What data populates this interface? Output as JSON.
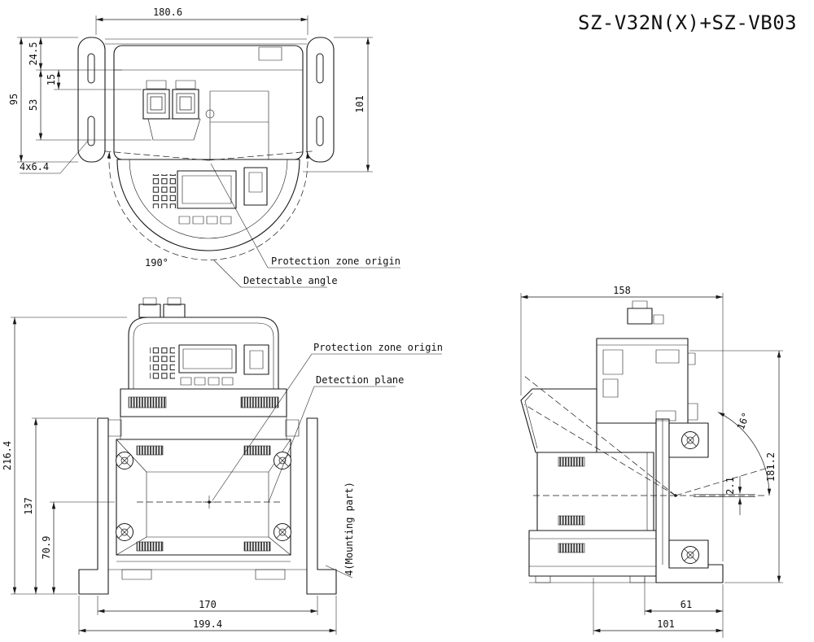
{
  "title": "SZ-V32N(X)+SZ-VB03",
  "colors": {
    "line": "#1a1a1a",
    "background": "#ffffff"
  },
  "top_view": {
    "dims": {
      "w180_6": "180.6",
      "h24_5": "24.5",
      "h15": "15",
      "h53": "53",
      "h95": "95",
      "h101": "101",
      "slots": "4x6.4",
      "angle190": "190°"
    },
    "labels": {
      "protection_zone_origin": "Protection zone origin",
      "detectable_angle": "Detectable angle"
    }
  },
  "front_view": {
    "dims": {
      "h216_4": "216.4",
      "h137": "137",
      "h70_9": "70.9",
      "w170": "170",
      "w199_4": "199.4",
      "mounting": "4(Mounting part)"
    },
    "labels": {
      "protection_zone_origin": "Protection zone origin",
      "detection_plane": "Detection plane"
    }
  },
  "side_view": {
    "dims": {
      "w158": "158",
      "h181_2": "181.2",
      "h2_1": "2.1",
      "w61": "61",
      "w101": "101",
      "angle16": "16°"
    }
  }
}
